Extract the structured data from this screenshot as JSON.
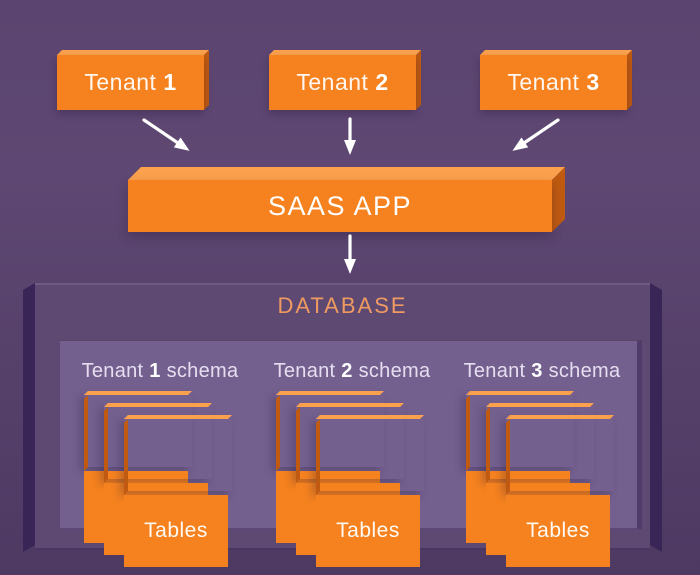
{
  "tenants": [
    {
      "name": "Tenant",
      "number": "1"
    },
    {
      "name": "Tenant",
      "number": "2"
    },
    {
      "name": "Tenant",
      "number": "3"
    }
  ],
  "app": {
    "label": "SAAS APP"
  },
  "database": {
    "title": "DATABASE",
    "schemas": [
      {
        "name": "Tenant",
        "number": "1",
        "suffix": "schema",
        "tables": "Tables"
      },
      {
        "name": "Tenant",
        "number": "2",
        "suffix": "schema",
        "tables": "Tables"
      },
      {
        "name": "Tenant",
        "number": "3",
        "suffix": "schema",
        "tables": "Tables"
      }
    ]
  },
  "icons": {
    "arrow_down": "↓",
    "arrow_down_right": "↘",
    "arrow_down_left": "↙"
  },
  "colors": {
    "orange": "#f5821f",
    "orange_light_bevel": "#fba14d",
    "orange_dark_bevel": "#bf5a10",
    "background_purple": "#56416b",
    "database_front": "#5e4973",
    "database_side": "#3a2557",
    "panel_purple": "#74608e",
    "title_orange": "#ee9a60",
    "text_white": "#ffffff",
    "arrow_white": "#ffffff"
  }
}
